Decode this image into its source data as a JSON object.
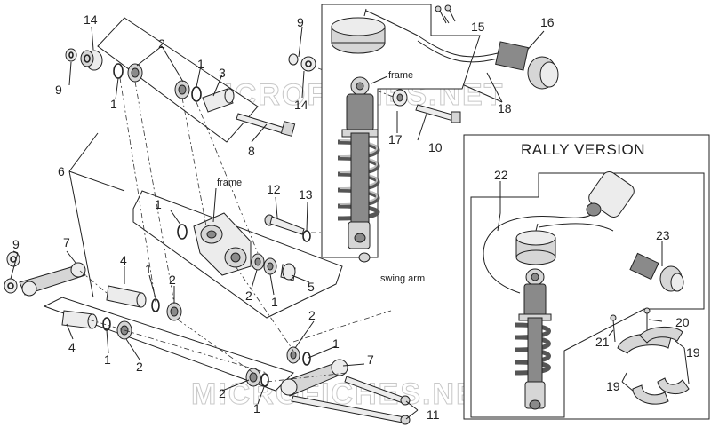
{
  "diagram": {
    "callouts": {
      "p1a": "1",
      "p1b": "1",
      "p1c": "1",
      "p1d": "1",
      "p1e": "1",
      "p1f": "1",
      "p1g": "1",
      "p1h": "1",
      "p2a": "2",
      "p2b": "2",
      "p2c": "2",
      "p2d": "2",
      "p2e": "2",
      "p2f": "2",
      "p3": "3",
      "p4a": "4",
      "p4b": "4",
      "p5": "5",
      "p6": "6",
      "p7a": "7",
      "p7b": "7",
      "p8": "8",
      "p9a": "9",
      "p9b": "9",
      "p9c": "9",
      "p10": "10",
      "p11": "11",
      "p12": "12",
      "p13": "13",
      "p14a": "14",
      "p14b": "14",
      "p15": "15",
      "p16": "16",
      "p17": "17",
      "p18": "18",
      "p19a": "19",
      "p19b": "19",
      "p20": "20",
      "p21": "21",
      "p22": "22",
      "p23": "23"
    },
    "notes": {
      "frame_top": "frame",
      "frame_mid": "frame",
      "swing_arm": "swing arm"
    },
    "rally_title": "RALLY VERSION",
    "watermark": "MICROFICHES.NET"
  }
}
